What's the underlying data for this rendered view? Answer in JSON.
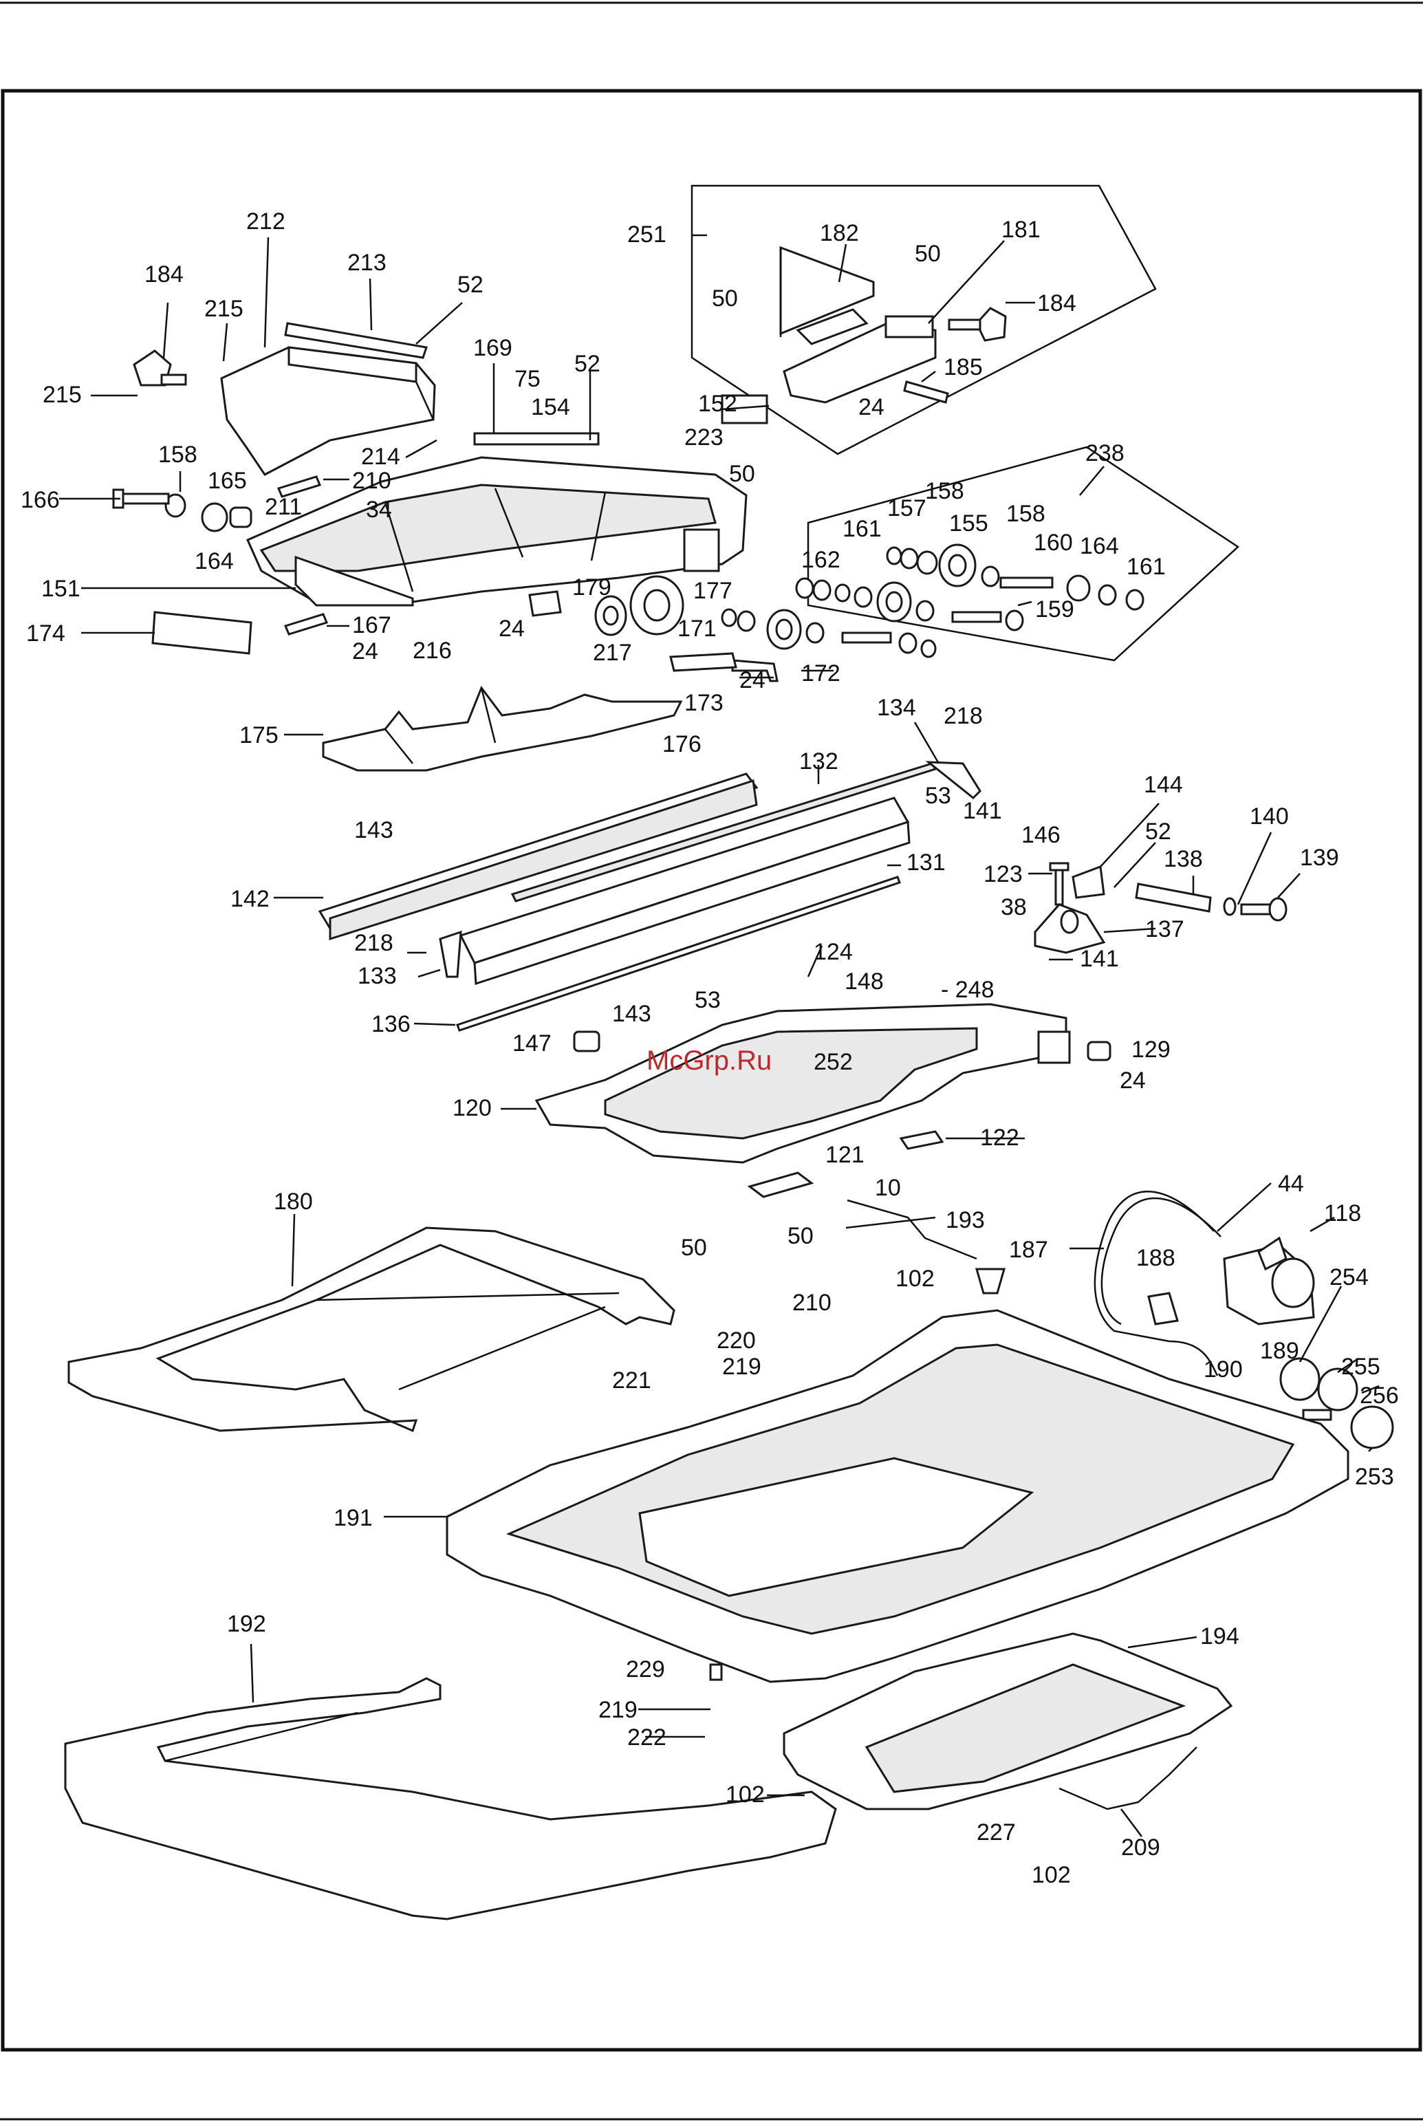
{
  "watermark": "McGrp.Ru",
  "colors": {
    "line": "#1a1a1a",
    "text": "#111111",
    "watermark": "#c0282c"
  },
  "callouts": {
    "c212": "212",
    "c213": "213",
    "c184a": "184",
    "c215a": "215",
    "c215b": "215",
    "c52a": "52",
    "c169": "169",
    "c75": "75",
    "c154": "154",
    "c52b": "52",
    "c214": "214",
    "c158a": "158",
    "c165": "165",
    "c210a": "210",
    "c166": "166",
    "c211": "211",
    "c34": "34",
    "c164a": "164",
    "c151": "151",
    "c174": "174",
    "c167": "167",
    "c24a": "24",
    "c216": "216",
    "c24b": "24",
    "c179": "179",
    "c217": "217",
    "c177": "177",
    "c152": "152",
    "c223": "223",
    "c50a": "50",
    "c251": "251",
    "c182": "182",
    "c50b": "50",
    "c181": "181",
    "c50c": "50",
    "c184b": "184",
    "c185": "185",
    "c24c": "24",
    "c238": "238",
    "c161a": "161",
    "c157": "157",
    "c158b": "158",
    "c155": "155",
    "c158c": "158",
    "c160": "160",
    "c164b": "164",
    "c161b": "161",
    "c162": "162",
    "c159": "159",
    "c171": "171",
    "c172": "172",
    "c24d": "24",
    "c173": "173",
    "c176": "176",
    "c175": "175",
    "c134": "134",
    "c218a": "218",
    "c132": "132",
    "c53a": "53",
    "c141a": "141",
    "c143a": "143",
    "c131": "131",
    "c142": "142",
    "c218b": "218",
    "c133": "133",
    "c136": "136",
    "c144": "144",
    "c146": "146",
    "c52c": "52",
    "c140": "140",
    "c139": "139",
    "c123": "123",
    "c138": "138",
    "c38": "38",
    "c137": "137",
    "c141b": "141",
    "c124": "124",
    "c148": "148",
    "c248": "- 248",
    "c53b": "53",
    "c143b": "143",
    "c147": "147",
    "c252": "252",
    "c129": "129",
    "c24e": "24",
    "c120": "120",
    "c122": "122",
    "c121": "121",
    "c10": "10",
    "c50d": "50",
    "c193": "193",
    "c44": "44",
    "c118": "118",
    "c187": "187",
    "c188": "188",
    "c254": "254",
    "c180": "180",
    "c50e": "50",
    "c102a": "102",
    "c210b": "210",
    "c220": "220",
    "c219a": "219",
    "c221": "221",
    "c189": "189",
    "c255": "255",
    "c256": "256",
    "c190": "190",
    "c253": "253",
    "c191": "191",
    "c192": "192",
    "c229": "229",
    "c194": "194",
    "c219b": "219",
    "c222": "222",
    "c102b": "102",
    "c227": "227",
    "c209": "209",
    "c102c": "102"
  }
}
